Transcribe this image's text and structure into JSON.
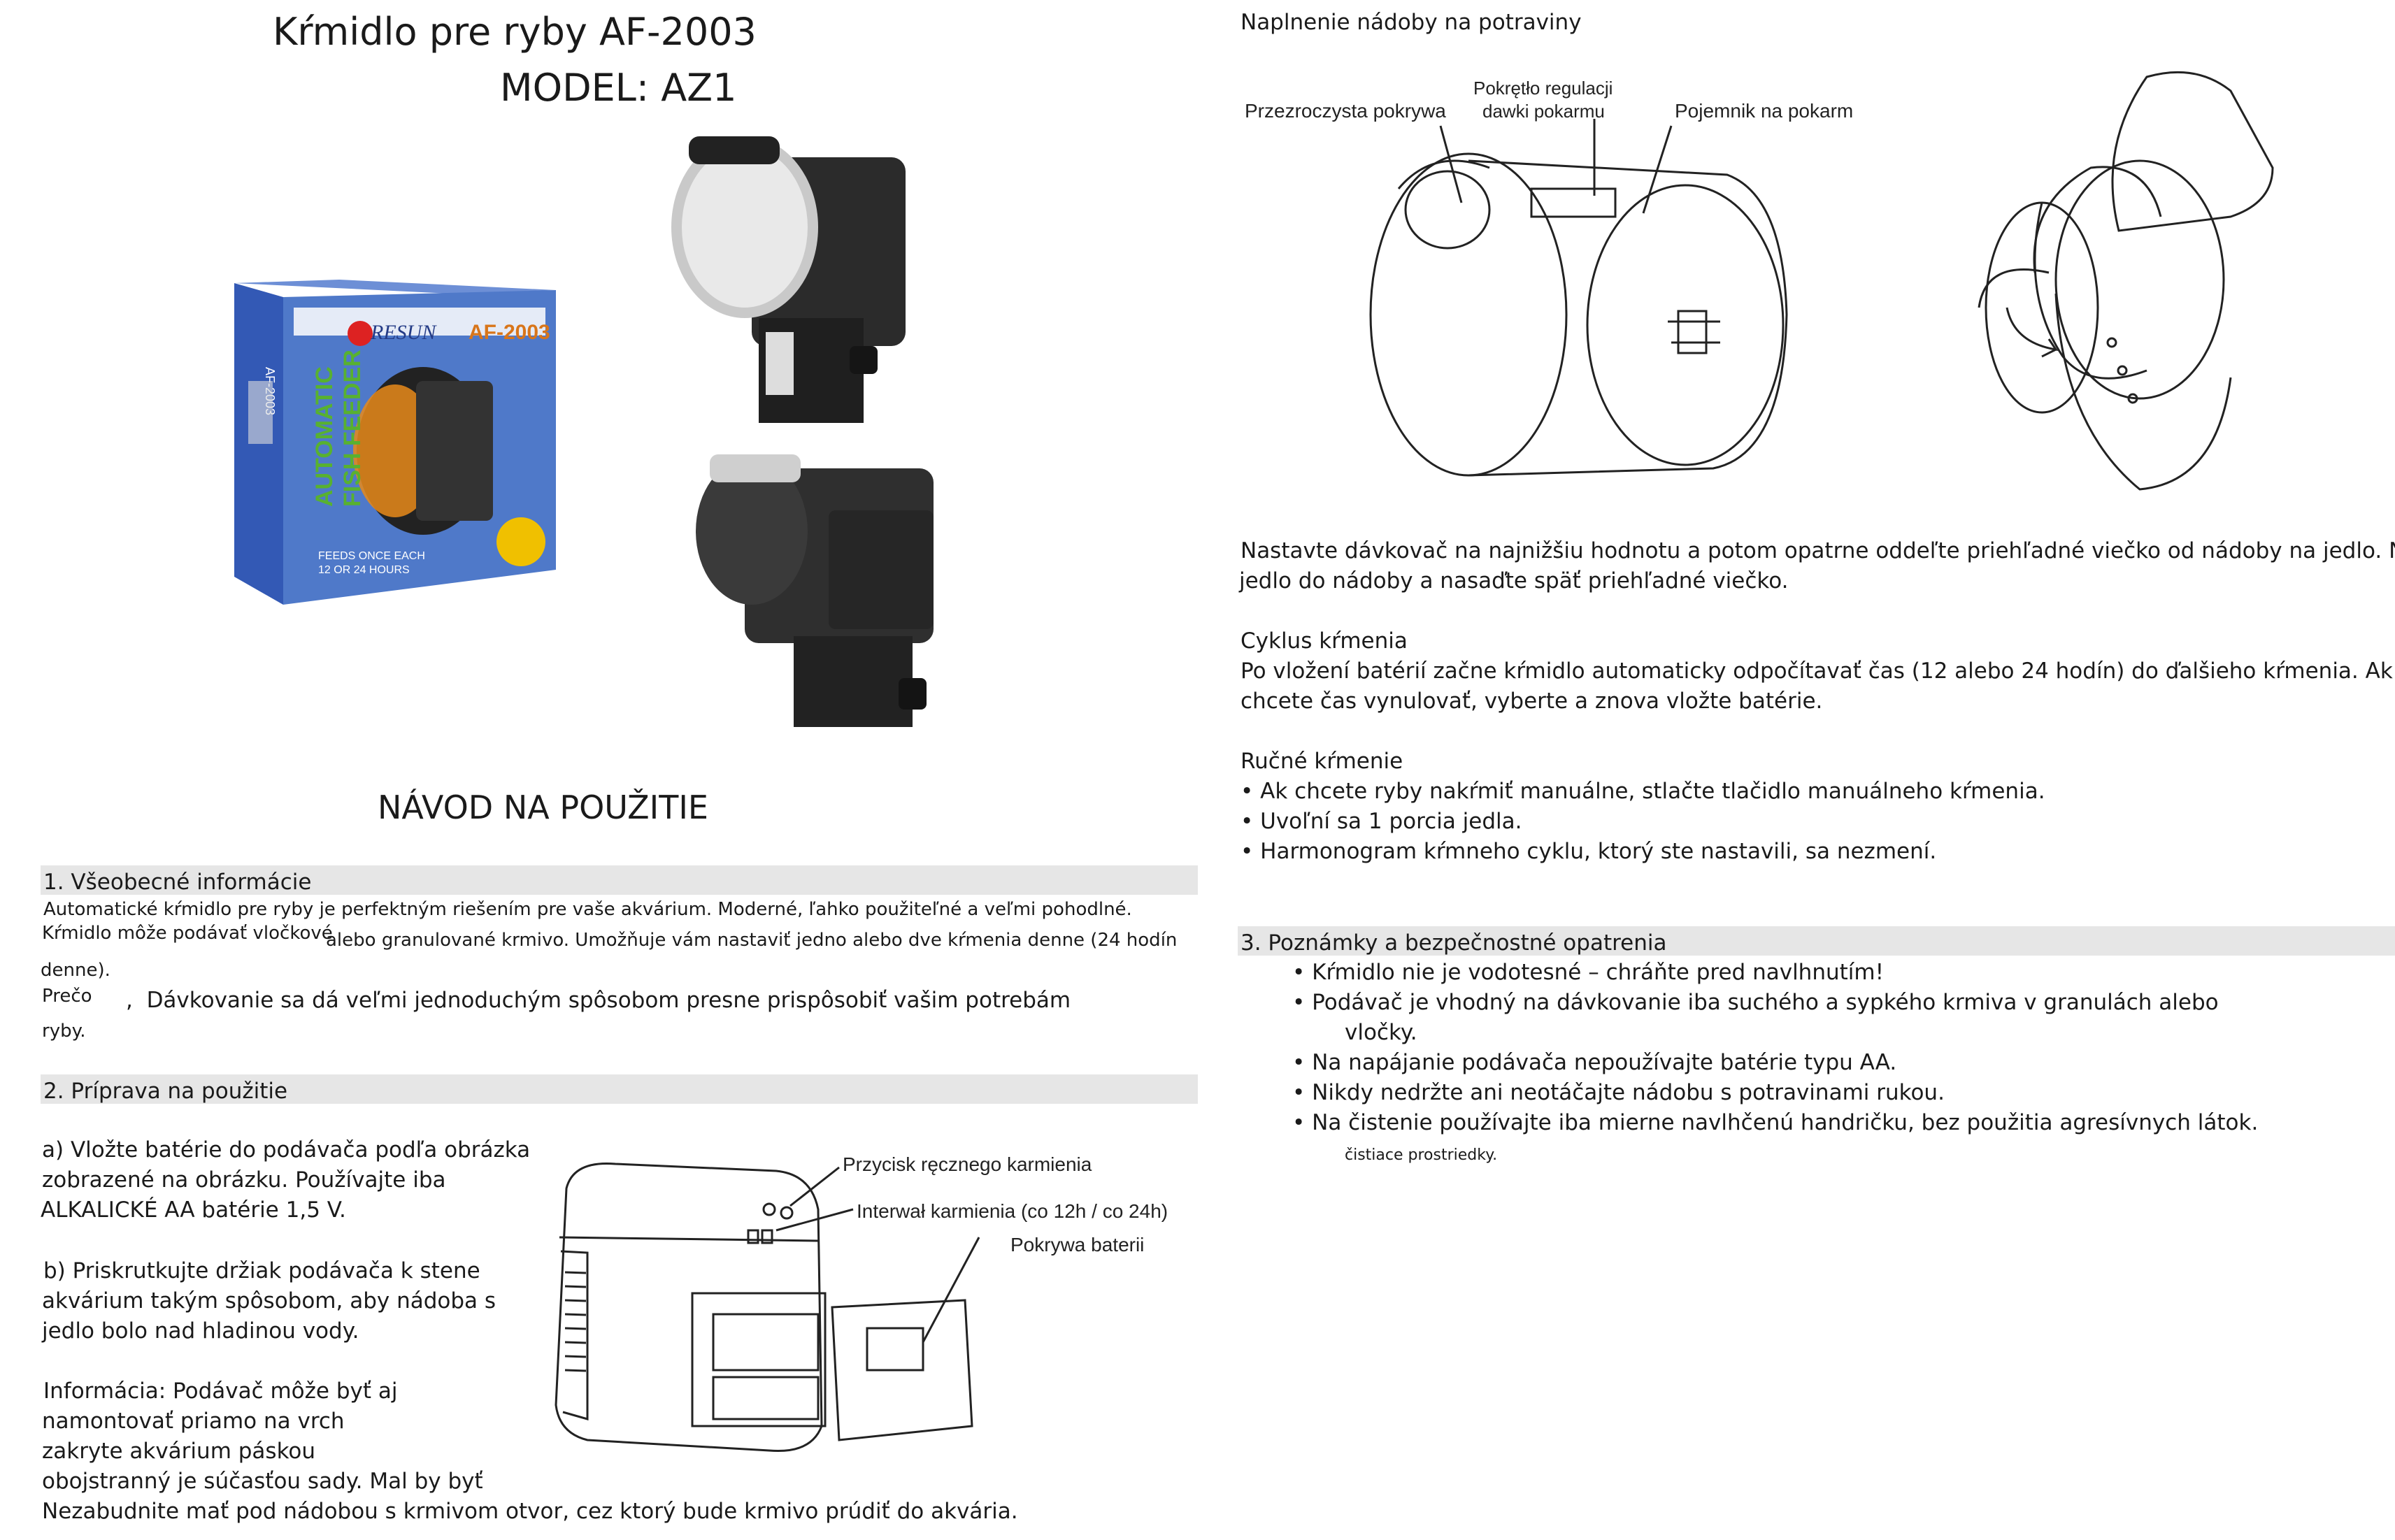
{
  "header": {
    "title": "Kŕmidlo pre ryby AF-2003",
    "model": "MODEL: AZ1"
  },
  "box_image": {
    "brand": "RESUN",
    "model": "AF-2003",
    "side_text": "AF-2003",
    "front_text_1": "AUTOMATIC",
    "front_text_2": "FISH FEEDER",
    "bottom_text_1": "FEEDS ONCE EACH",
    "bottom_text_2": "12 OR 24 HOURS"
  },
  "manual_title": "NÁVOD NA POUŽITIE",
  "section1": {
    "heading": "1. Všeobecné informácie",
    "line1": "Automatické kŕmidlo pre ryby je perfektným riešením pre vaše akvárium. Moderné, ľahko použiteľné a veľmi pohodlné.",
    "line2a": "Kŕmidlo môže podávať vločkové",
    "line2b": "alebo granulované krmivo. Umožňuje vám nastaviť jedno alebo dve kŕmenia denne (24 hodín",
    "line3": "denne).",
    "line4a": "Prečo",
    "line4b": "Dávkovanie sa dá veľmi jednoduchým spôsobom presne prispôsobiť vašim potrebám",
    "line5": "ryby."
  },
  "section2": {
    "heading": "2. Príprava na použitie",
    "a_lines": [
      "a) Vložte batérie do podávača podľa obrázka",
      "zobrazené na obrázku. Používajte iba",
      "ALKALICKÉ AA batérie 1,5 V."
    ],
    "b_lines": [
      "b) Priskrutkujte držiak podávača k stene",
      "akvárium takým spôsobom, aby nádoba s",
      "jedlo bolo nad hladinou vody."
    ],
    "info_lines": [
      "Informácia: Podávač môže byť aj",
      "namontovať priamo na vrch",
      "zakryte akvárium páskou",
      "obojstranný je súčasťou sady. Mal by byť"
    ],
    "final_line": "Nezabudnite mať pod nádobou s krmivom otvor, cez ktorý bude krmivo prúdiť do akvária."
  },
  "battery_diagram": {
    "label_button": "Przycisk ręcznego karmienia",
    "label_interval": "Interwał karmienia (co 12h / co 24h)",
    "label_cover": "Pokrywa baterii"
  },
  "right": {
    "fill_title": "Naplnenie nádoby na potraviny",
    "label_lid": "Przezroczysta pokrywa",
    "label_dose_1": "Pokrętło regulacji",
    "label_dose_2": "dawki pokarmu",
    "label_container": "Pojemnik na pokarm",
    "fill_text_1": "Nastavte dávkovač na najnižšiu hodnotu a potom opatrne oddeľte priehľadné viečko od nádoby na jedlo. Nasypte",
    "fill_text_2": "jedlo do nádoby a nasaďte späť priehľadné viečko.",
    "cycle_title": "Cyklus kŕmenia",
    "cycle_text_1": "Po vložení batérií začne kŕmidlo automaticky odpočítavať čas (12 alebo 24 hodín) do ďalšieho kŕmenia. Ak",
    "cycle_text_2": "chcete čas vynulovať, vyberte a znova vložte batérie.",
    "manual_title": "Ručné kŕmenie",
    "manual_items": [
      "• Ak chcete ryby nakŕmiť manuálne, stlačte tlačidlo manuálneho kŕmenia.",
      "• Uvoľní sa 1 porcia jedla.",
      "• Harmonogram kŕmneho cyklu, ktorý ste nastavili, sa nezmení."
    ]
  },
  "section3": {
    "heading": "3. Poznámky a bezpečnostné opatrenia",
    "items": [
      "• Kŕmidlo nie je vodotesné – chráňte pred navlhnutím!",
      "• Podávač je vhodný na dávkovanie iba suchého a sypkého krmiva v granulách alebo",
      "vločky.",
      "• Na napájanie podávača nepoužívajte batérie typu AA.",
      "• Nikdy nedržte ani neotáčajte nádobu s potravinami rukou.",
      "• Na čistenie používajte iba mierne navlhčenú handričku, bez použitia agresívnych látok."
    ],
    "footnote": "čistiace prostriedky."
  },
  "colors": {
    "section_bar": "#e6e6e6",
    "text": "#1a1a1a",
    "device": "#2b2b2b",
    "box_blue": "#2f53a8",
    "box_green": "#58b130",
    "box_orange": "#e88a1a"
  }
}
